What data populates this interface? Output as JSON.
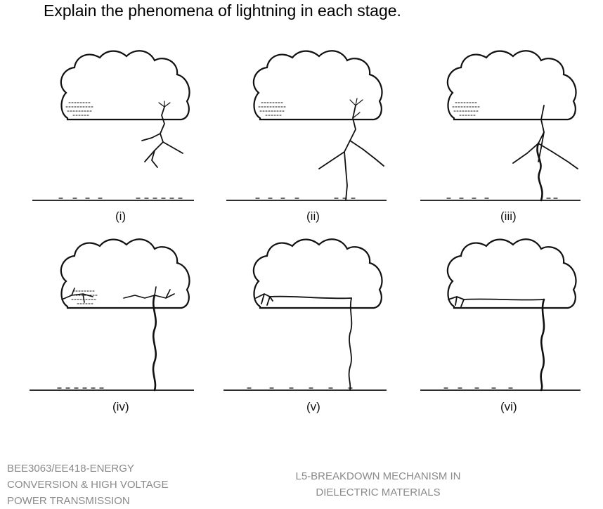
{
  "heading": "Explain the phenomena of lightning in each stage.",
  "stages": [
    {
      "label": "(i)"
    },
    {
      "label": "(ii)"
    },
    {
      "label": "(iii)"
    },
    {
      "label": "(iv)"
    },
    {
      "label": "(v)"
    },
    {
      "label": "(vi)"
    }
  ],
  "footer": {
    "course_lines": [
      "BEE3063/EE418-ENERGY",
      "CONVERSION & HIGH VOLTAGE",
      "POWER TRANSMISSION"
    ],
    "topic_lines": [
      "L5-BREAKDOWN MECHANISM IN",
      "DIELECTRIC MATERIALS"
    ]
  },
  "colors": {
    "ink": "#111111",
    "footer_text": "#8a8a8a"
  }
}
